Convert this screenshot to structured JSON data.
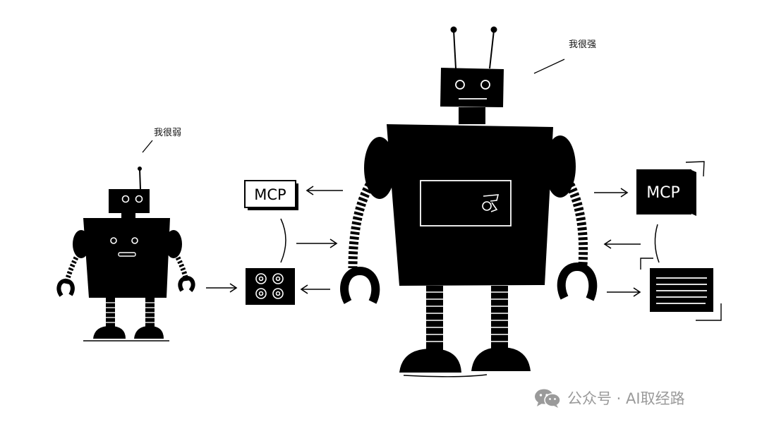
{
  "labels": {
    "weak_robot": "我很弱",
    "strong_robot": "我很强"
  },
  "boxes": {
    "mcp_left": "MCP",
    "mcp_right": "MCP"
  },
  "watermark": {
    "text": "公众号 · AI取经路"
  },
  "colors": {
    "ink": "#000000",
    "paper": "#ffffff",
    "watermark": "#9a9a9a"
  },
  "icons": [
    "wechat-logo-icon",
    "gear-icon",
    "tools-grid-icon",
    "document-lines-icon",
    "arrow-icon"
  ]
}
